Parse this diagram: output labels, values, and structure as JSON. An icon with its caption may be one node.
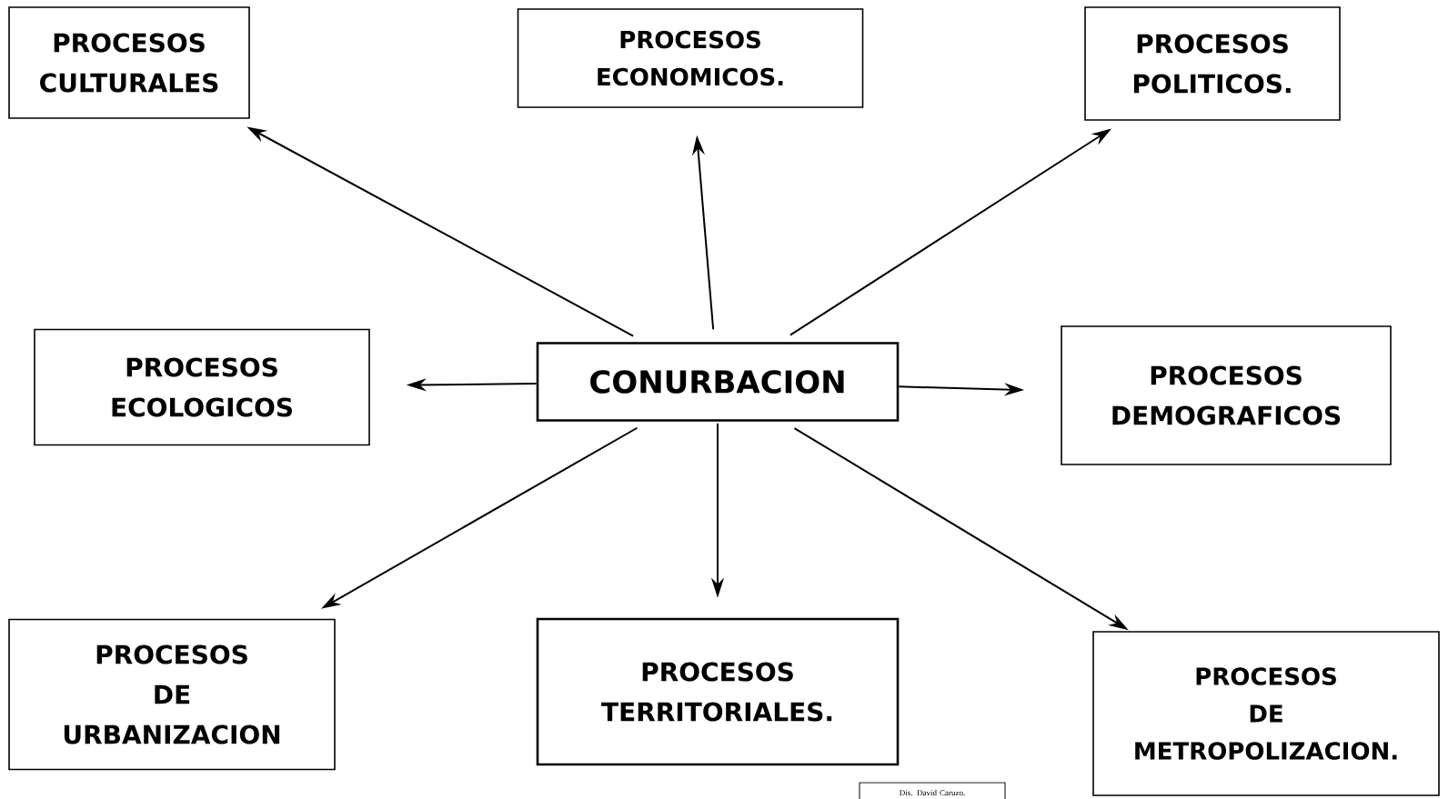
{
  "diagram": {
    "nodes": [
      {
        "text": [
          "PROCESOS CULTURALES"
        ]
      },
      {
        "text": [
          "PROCESOS ECONOMICOS."
        ]
      },
      {
        "text": [
          "PROCESOS POLITICOS."
        ]
      },
      {
        "text": [
          "PROCESOS ECOLOGICOS"
        ]
      },
      {
        "text": [
          "CONURBACION"
        ]
      },
      {
        "text": [
          "PROCESOS DEMOGRAFICOS"
        ]
      },
      {
        "text": [
          "PROCESOS DE URBANIZACION"
        ]
      },
      {
        "text": [
          "PROCESOS TERRITORIALES."
        ]
      },
      {
        "text": [
          "PROCESOS DE METROPOLIZACION."
        ]
      },
      {
        "text": [
          "Dis. David Caruzo."
        ]
      }
    ],
    "edges": [
      {
        "from": 4,
        "to": 0,
        "arrow": "to"
      },
      {
        "from": 4,
        "to": 1,
        "arrow": "to"
      },
      {
        "from": 4,
        "to": 2,
        "arrow": "to"
      },
      {
        "from": 4,
        "to": 3,
        "arrow": "to"
      },
      {
        "from": 4,
        "to": 5,
        "arrow": "to"
      },
      {
        "from": 4,
        "to": 6,
        "arrow": "to"
      },
      {
        "from": 4,
        "to": 7,
        "arrow": "to"
      },
      {
        "from": 4,
        "to": 8,
        "arrow": "to"
      }
    ]
  }
}
